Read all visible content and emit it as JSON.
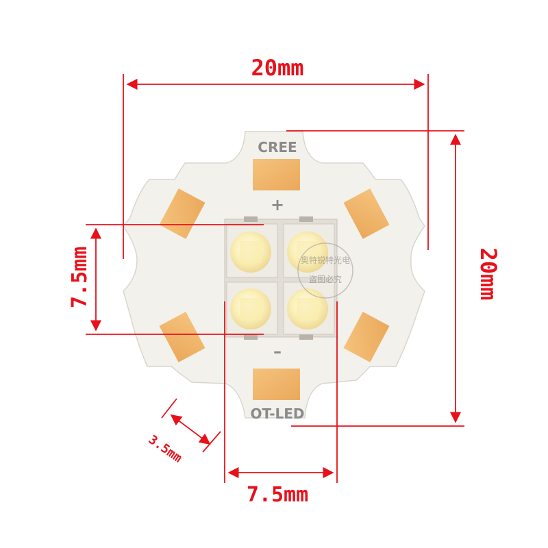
{
  "board": {
    "brand": "CREE",
    "model": "OT-LED",
    "polarity_positive": "+",
    "polarity_negative": "–",
    "watermark_line1": "奥特锐特光电",
    "watermark_line2": "盗图必究"
  },
  "dimensions": {
    "width_top": "20mm",
    "height_right": "20mm",
    "height_left": "7.5mm",
    "width_bottom": "7.5mm",
    "slot_width": "3.5mm"
  },
  "colors": {
    "dimension_line": "#e8101a",
    "board_fill": "#f4f2ee",
    "pad_fill": "#f0b66a",
    "led_body": "#ece9e2",
    "led_lens": "#fbf6d6",
    "led_core": "#f8e9a3"
  }
}
